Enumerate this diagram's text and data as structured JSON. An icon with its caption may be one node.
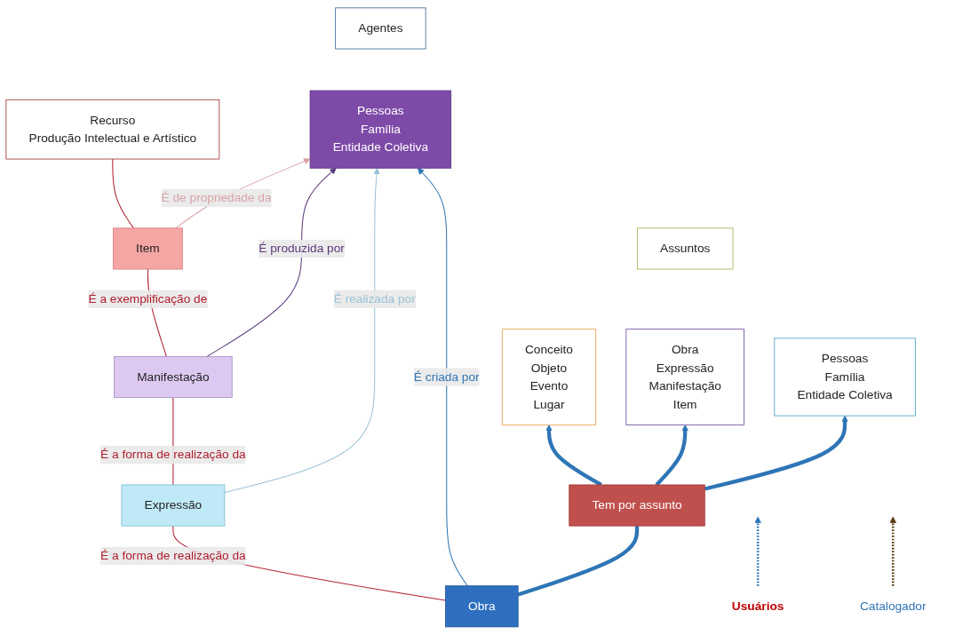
{
  "diagram": {
    "nodes": [
      {
        "text": [
          "Agentes"
        ]
      },
      {
        "text": [
          "Pessoas",
          "Família",
          "Entidade Coletiva"
        ]
      },
      {
        "text": [
          "Recurso",
          "Produção Intelectual e Artístico"
        ]
      },
      {
        "text": [
          "Item"
        ]
      },
      {
        "text": [
          "Manifestação"
        ]
      },
      {
        "text": [
          "Expressão"
        ]
      },
      {
        "text": [
          "Obra"
        ]
      },
      {
        "text": [
          "Assuntos"
        ]
      },
      {
        "text": [
          "Conceito",
          "Objeto",
          "Evento",
          "Lugar"
        ]
      },
      {
        "text": [
          "Obra",
          "Expressão",
          "Manifestação",
          "Item"
        ]
      },
      {
        "text": [
          "Pessoas",
          "Família",
          "Entidade Coletiva"
        ]
      },
      {
        "text": [
          "Tem por assunto"
        ]
      },
      {
        "text": [
          "Usuários"
        ]
      },
      {
        "text": [
          "Catalogador"
        ]
      }
    ],
    "edges": [
      {
        "from": 6,
        "to": 5,
        "arrow": "none",
        "label": "É a forma de realização da",
        "color": "#b01e2e"
      },
      {
        "from": 5,
        "to": 4,
        "arrow": "none",
        "label": "É a forma de realização da",
        "color": "#b01e2e"
      },
      {
        "from": 4,
        "to": 3,
        "arrow": "none",
        "label": "É a exemplificação de",
        "color": "#b01e2e"
      },
      {
        "from": 3,
        "to": 2,
        "arrow": "none",
        "color": "#b01e2e"
      },
      {
        "from": 3,
        "to": 1,
        "arrow": "to",
        "label": "É de propriedade da",
        "color": "#d9a3a8"
      },
      {
        "from": 4,
        "to": 1,
        "arrow": "to",
        "label": "É produzida por",
        "color": "#5a3a7a"
      },
      {
        "from": 5,
        "to": 1,
        "arrow": "to",
        "label": "É realizada por",
        "color": "#9bc3d8"
      },
      {
        "from": 6,
        "to": 1,
        "arrow": "to",
        "label": "É criada por"
      },
      {
        "from": 6,
        "to": 11,
        "arrow": "none",
        "style": "thick"
      },
      {
        "from": 11,
        "to": 8,
        "arrow": "to",
        "style": "thick"
      },
      {
        "from": 11,
        "to": 9,
        "arrow": "to",
        "style": "thick"
      },
      {
        "from": 11,
        "to": 10,
        "arrow": "to",
        "style": "thick"
      },
      {
        "from": 12,
        "to": null,
        "arrow": "to",
        "style": "dashed"
      },
      {
        "from": 13,
        "to": null,
        "arrow": "to",
        "style": "dashed",
        "color": "#5a3a12"
      }
    ]
  }
}
